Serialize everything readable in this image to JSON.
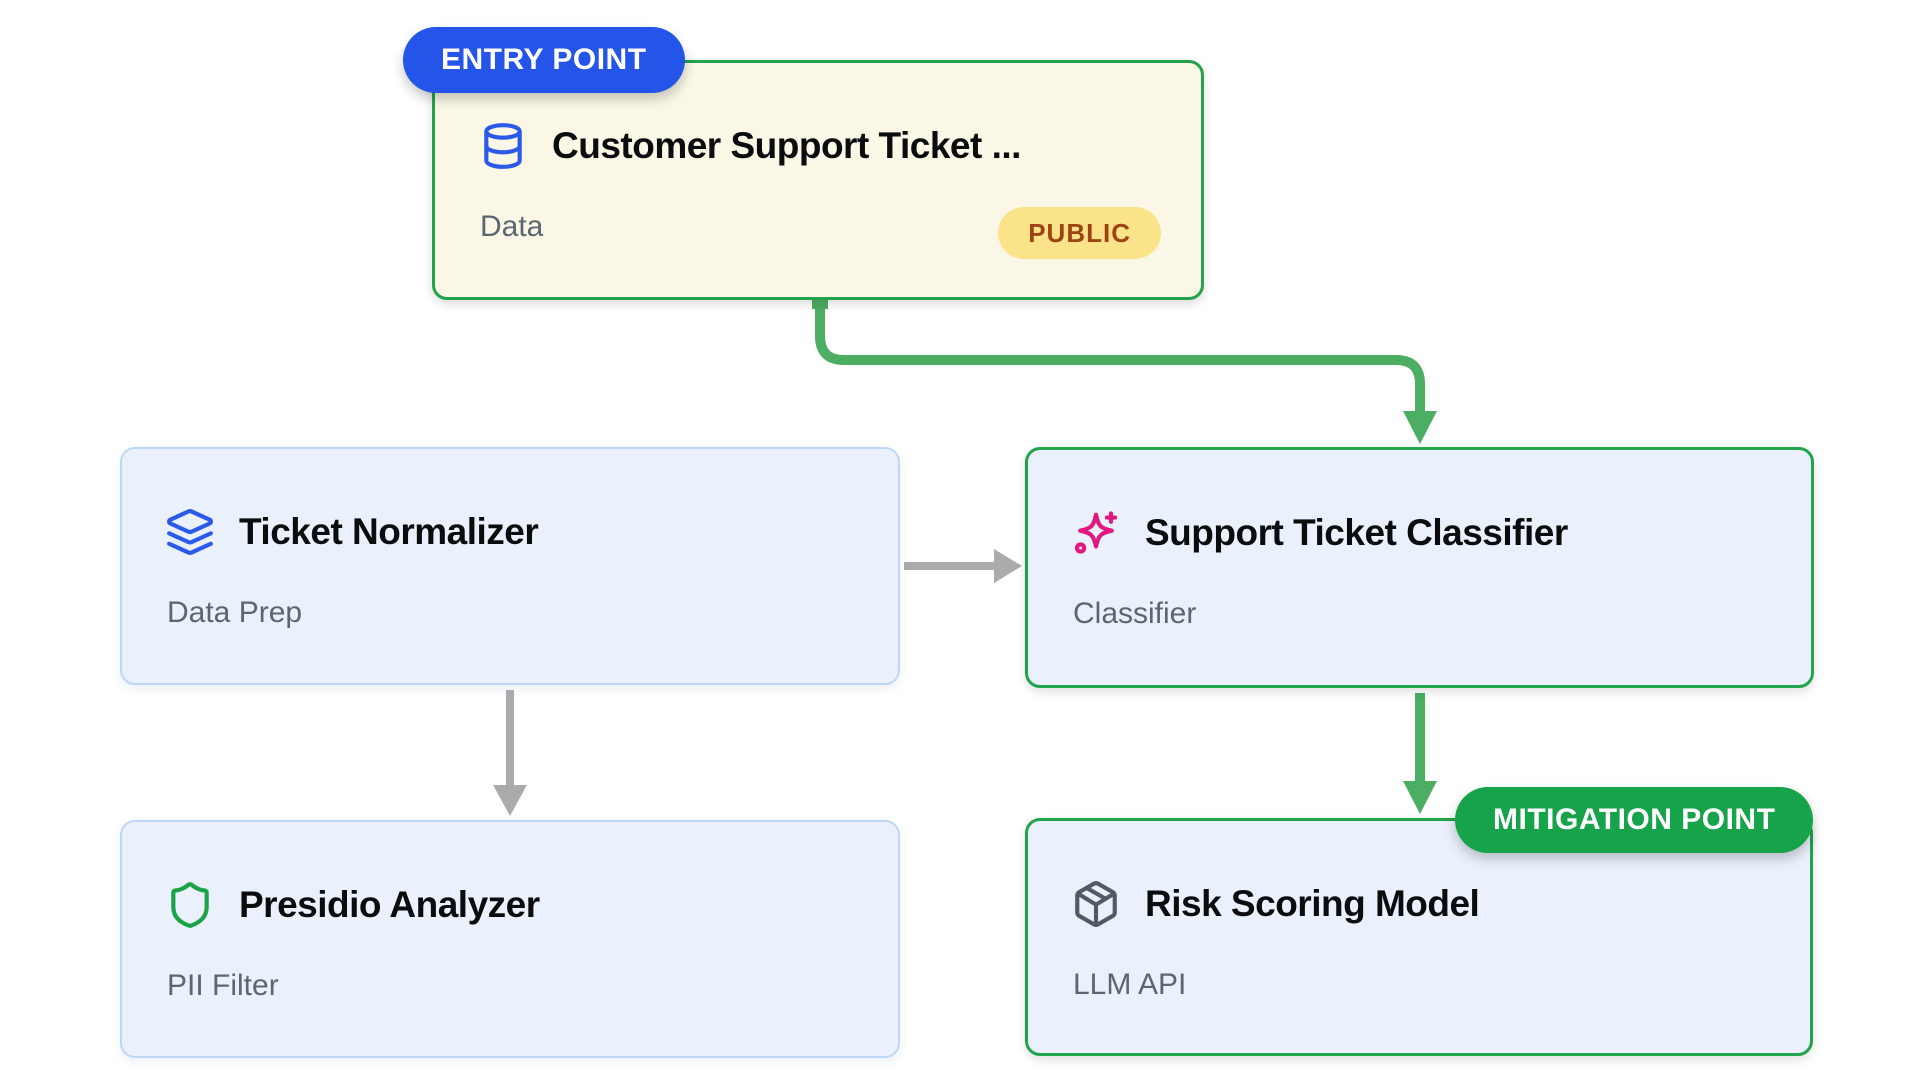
{
  "diagram": {
    "nodes": [
      {
        "id": "customer-support-ticket",
        "title": "Customer Support Ticket ...",
        "subtitle": "Data",
        "icon": "database-icon",
        "entry_badge": "ENTRY POINT",
        "tag": "PUBLIC"
      },
      {
        "id": "ticket-normalizer",
        "title": "Ticket Normalizer",
        "subtitle": "Data Prep",
        "icon": "layers-icon"
      },
      {
        "id": "support-ticket-classifier",
        "title": "Support Ticket Classifier",
        "subtitle": "Classifier",
        "icon": "sparkles-icon"
      },
      {
        "id": "presidio-analyzer",
        "title": "Presidio Analyzer",
        "subtitle": "PII Filter",
        "icon": "shield-icon"
      },
      {
        "id": "risk-scoring-model",
        "title": "Risk Scoring Model",
        "subtitle": "LLM API",
        "icon": "package-icon",
        "mitigation_badge": "MITIGATION POINT"
      }
    ],
    "edges": [
      {
        "from": "customer-support-ticket",
        "to": "support-ticket-classifier",
        "color": "green"
      },
      {
        "from": "ticket-normalizer",
        "to": "support-ticket-classifier",
        "color": "gray"
      },
      {
        "from": "ticket-normalizer",
        "to": "presidio-analyzer",
        "color": "gray"
      },
      {
        "from": "support-ticket-classifier",
        "to": "risk-scoring-model",
        "color": "green"
      }
    ]
  },
  "badges": {
    "entry_point": "ENTRY POINT",
    "mitigation_point": "MITIGATION POINT",
    "public": "PUBLIC"
  },
  "colors": {
    "cream-fill": "#FAF7E6",
    "blue-fill": "#EAF1FC",
    "blue-border": "#BFD7F6",
    "green-border": "#22A34C",
    "green-badge": "#16A34A",
    "green-arrow": "#4BAE63",
    "gray-arrow": "#ABABAD",
    "blue-badge": "#2454E8",
    "blue-icon": "#2B5AEA",
    "pink-icon": "#E0187F",
    "shield-green": "#1CA348",
    "gray-icon": "#555A62",
    "title": "#0B0C0E",
    "subtitle": "#5D6570",
    "amber-bg": "#FBE38A",
    "amber-text": "#A04314"
  }
}
